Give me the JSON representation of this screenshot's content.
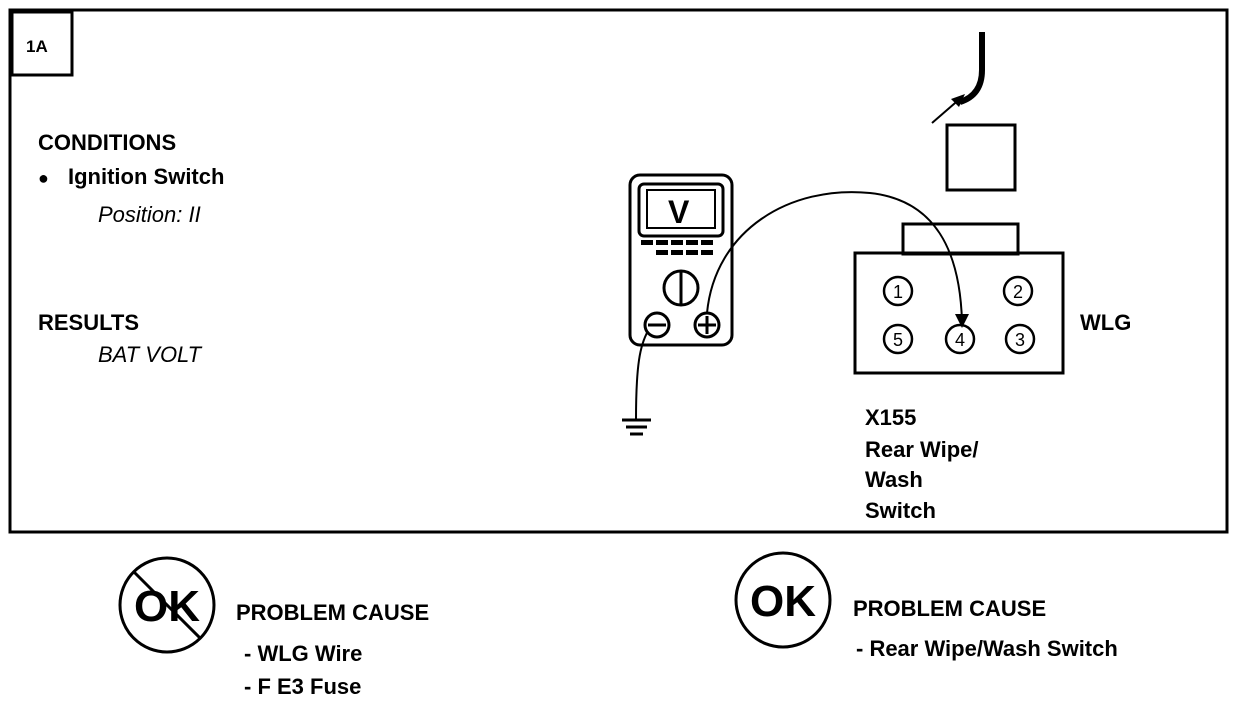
{
  "step_label": "1A",
  "conditions": {
    "heading": "CONDITIONS",
    "bullet": "●",
    "item": "Ignition Switch",
    "detail": "Position: II"
  },
  "results": {
    "heading": "RESULTS",
    "value": "BAT VOLT"
  },
  "meter": {
    "display": "V",
    "neg_symbol": "⊖",
    "pos_symbol": "⊕"
  },
  "connector": {
    "pins": [
      "1",
      "2",
      "5",
      "4",
      "3"
    ],
    "wire_label": "WLG",
    "name_lines": [
      "X155",
      "Rear Wipe/",
      "Wash",
      "Switch"
    ]
  },
  "outcome_not_ok": {
    "badge": "OK",
    "heading": "PROBLEM CAUSE",
    "causes": [
      "-  WLG Wire",
      "-  F E3 Fuse"
    ]
  },
  "outcome_ok": {
    "badge": "OK",
    "heading": "PROBLEM CAUSE",
    "causes": [
      "-  Rear Wipe/Wash Switch"
    ]
  }
}
